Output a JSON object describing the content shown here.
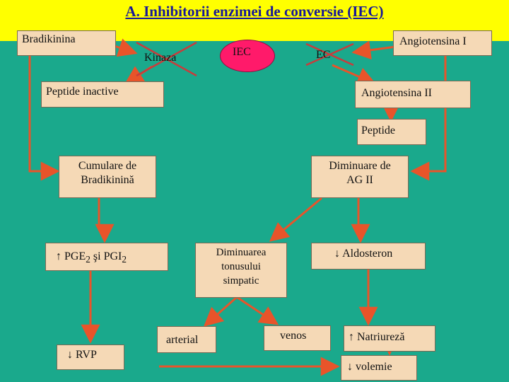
{
  "title": "A. Inhibitorii enzimei de conversie (IEC)",
  "colors": {
    "background": "#1aa98c",
    "header": "#ffff00",
    "box": "#f5d9b6",
    "arrow": "#e8542a",
    "oval": "#ff1a6a",
    "cross": "#c83c3c"
  },
  "nodes": {
    "bradikinina": "Bradikinina",
    "kinaza": "Kinaza",
    "iec": "IEC",
    "ec": "EC",
    "angiotensina_1": "Angiotensina I",
    "peptide_inactive": "Peptide inactive",
    "angiotensina_2": "Angiotensina II",
    "peptide": "Peptide",
    "cumulare_1": "Cumulare de",
    "cumulare_2": "Bradikinină",
    "diminuare_1": "Diminuare de",
    "diminuare_2": "AG II",
    "pge_prefix": "↑ PGE",
    "pge_sub1": "2",
    "pge_mid": " şi PGI",
    "pge_sub2": "2",
    "simpatic_1": "Diminuarea",
    "simpatic_2": "tonusului",
    "simpatic_3": "simpatic",
    "aldosteron": "↓ Aldosteron",
    "arterial": "arterial",
    "venos": "venos",
    "natriureza": "↑ Natriureză",
    "rvp": "↓ RVP",
    "volemie": "↓ volemie"
  }
}
